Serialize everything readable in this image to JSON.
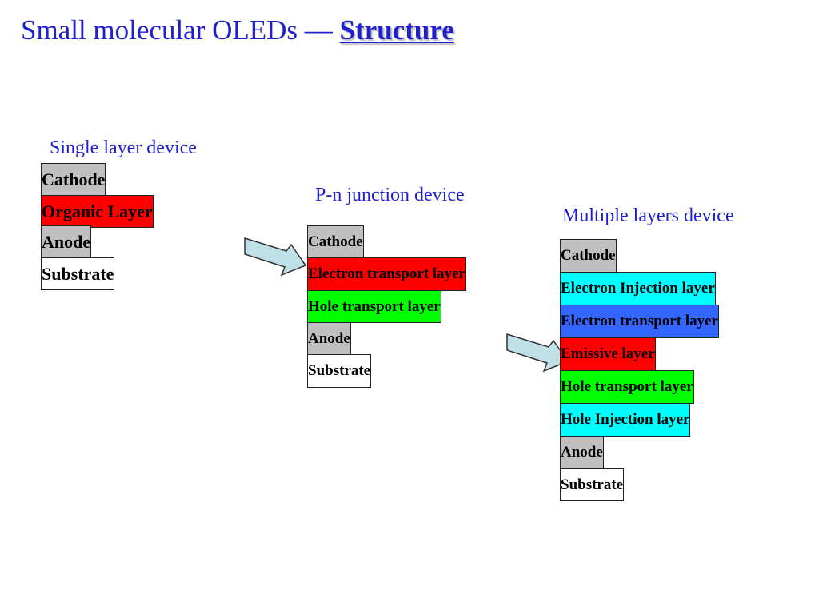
{
  "title": {
    "prefix": "Small molecular OLEDs — ",
    "emphasis": "Structure"
  },
  "devices": [
    {
      "title": "Single layer device",
      "layers": [
        {
          "label": "Cathode",
          "color": "#c0c0c0"
        },
        {
          "label": "Organic Layer",
          "color": "#ff0000"
        },
        {
          "label": "Anode",
          "color": "#c0c0c0"
        },
        {
          "label": "Substrate",
          "color": "#ffffff"
        }
      ]
    },
    {
      "title": "P-n junction device",
      "layers": [
        {
          "label": "Cathode",
          "color": "#c0c0c0"
        },
        {
          "label": "Electron transport layer",
          "color": "#ff0000"
        },
        {
          "label": "Hole transport layer",
          "color": "#00ff00"
        },
        {
          "label": "Anode",
          "color": "#c0c0c0"
        },
        {
          "label": "Substrate",
          "color": "#ffffff"
        }
      ]
    },
    {
      "title": "Multiple layers device",
      "layers": [
        {
          "label": "Cathode",
          "color": "#c0c0c0"
        },
        {
          "label": "Electron Injection layer",
          "color": "#00ffff"
        },
        {
          "label": "Electron transport layer",
          "color": "#3366ff"
        },
        {
          "label": "Emissive layer",
          "color": "#ff0000"
        },
        {
          "label": "Hole transport layer",
          "color": "#00ff00"
        },
        {
          "label": "Hole Injection layer",
          "color": "#00ffff"
        },
        {
          "label": "Anode",
          "color": "#c0c0c0"
        },
        {
          "label": "Substrate",
          "color": "#ffffff"
        }
      ]
    }
  ],
  "colors": {
    "title": "#1f1fd0",
    "arrow_fill": "#bfe0e6",
    "arrow_stroke": "#333333"
  }
}
